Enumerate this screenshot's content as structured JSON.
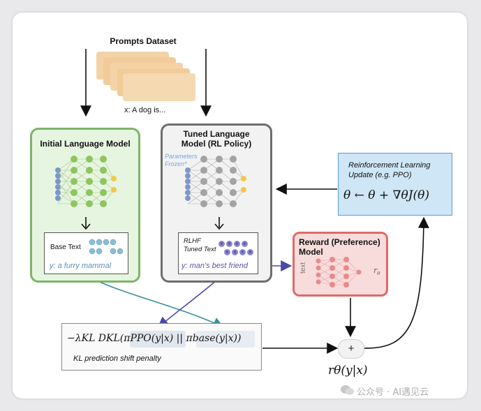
{
  "prompts": {
    "title": "Prompts Dataset",
    "example": "x: A dog is..."
  },
  "initial_model": {
    "title": "Initial Language Model",
    "base_text_label": "Base Text",
    "output": "y: a furry mammal"
  },
  "tuned_model": {
    "title_line1": "Tuned Language",
    "title_line2": "Model (RL Policy)",
    "frozen_line1": "Parameters",
    "frozen_line2": "Frozen*",
    "rlhf_label": "RLHF",
    "tuned_text_label": "Tuned Text",
    "token_glyph": "x",
    "output": "y: man's best friend"
  },
  "reward_model": {
    "title_line1": "Reward (Preference)",
    "title_line2": "Model",
    "text_label": "text",
    "r_label": "r",
    "r_sub": "θ"
  },
  "rl_update": {
    "title_line1": "Reinforcement Learning",
    "title_line2": "Update (e.g. PPO)",
    "formula": "θ ← θ + ∇θJ(θ)"
  },
  "kl": {
    "formula": "−λKL DKL(πPPO(y|x) || πbase(y|x))",
    "caption": "KL prediction shift penalty"
  },
  "sum": {
    "symbol": "+",
    "label": "rθ(y|x)"
  },
  "watermark": "公众号 · AI遇见云",
  "colors": {
    "green_border": "#7fb36a",
    "green_fill": "#e6f5e0",
    "gray_border": "#6d6d6d",
    "red_border": "#e06a6a",
    "blue_fill": "#cfe6f6",
    "teal_arrow": "#3a8f9a",
    "purple_arrow": "#4b4aa8"
  }
}
